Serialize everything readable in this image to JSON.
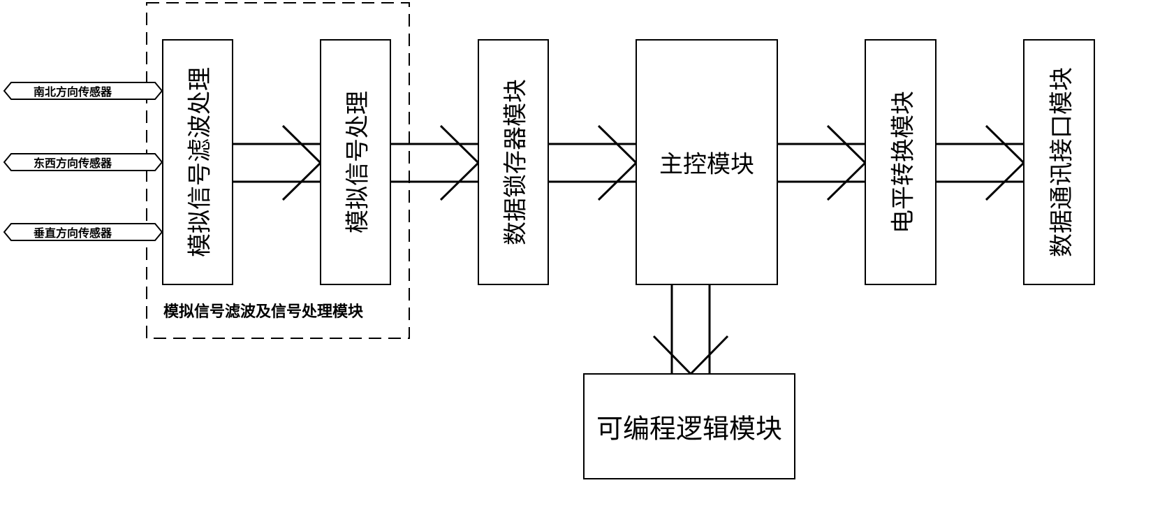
{
  "sensors": [
    {
      "label": "南北方向传感器"
    },
    {
      "label": "东西方向传感器"
    },
    {
      "label": "垂直方向传感器"
    }
  ],
  "group": {
    "caption": "模拟信号滤波及信号处理模块"
  },
  "blocks": {
    "filter": "模拟信号滤波处理",
    "signal": "模拟信号处理",
    "latch": "数据锁存器模块",
    "main": "主控模块",
    "level": "电平转换模块",
    "comm": "数据通讯接口模块",
    "plc": "可编程逻辑模块"
  }
}
